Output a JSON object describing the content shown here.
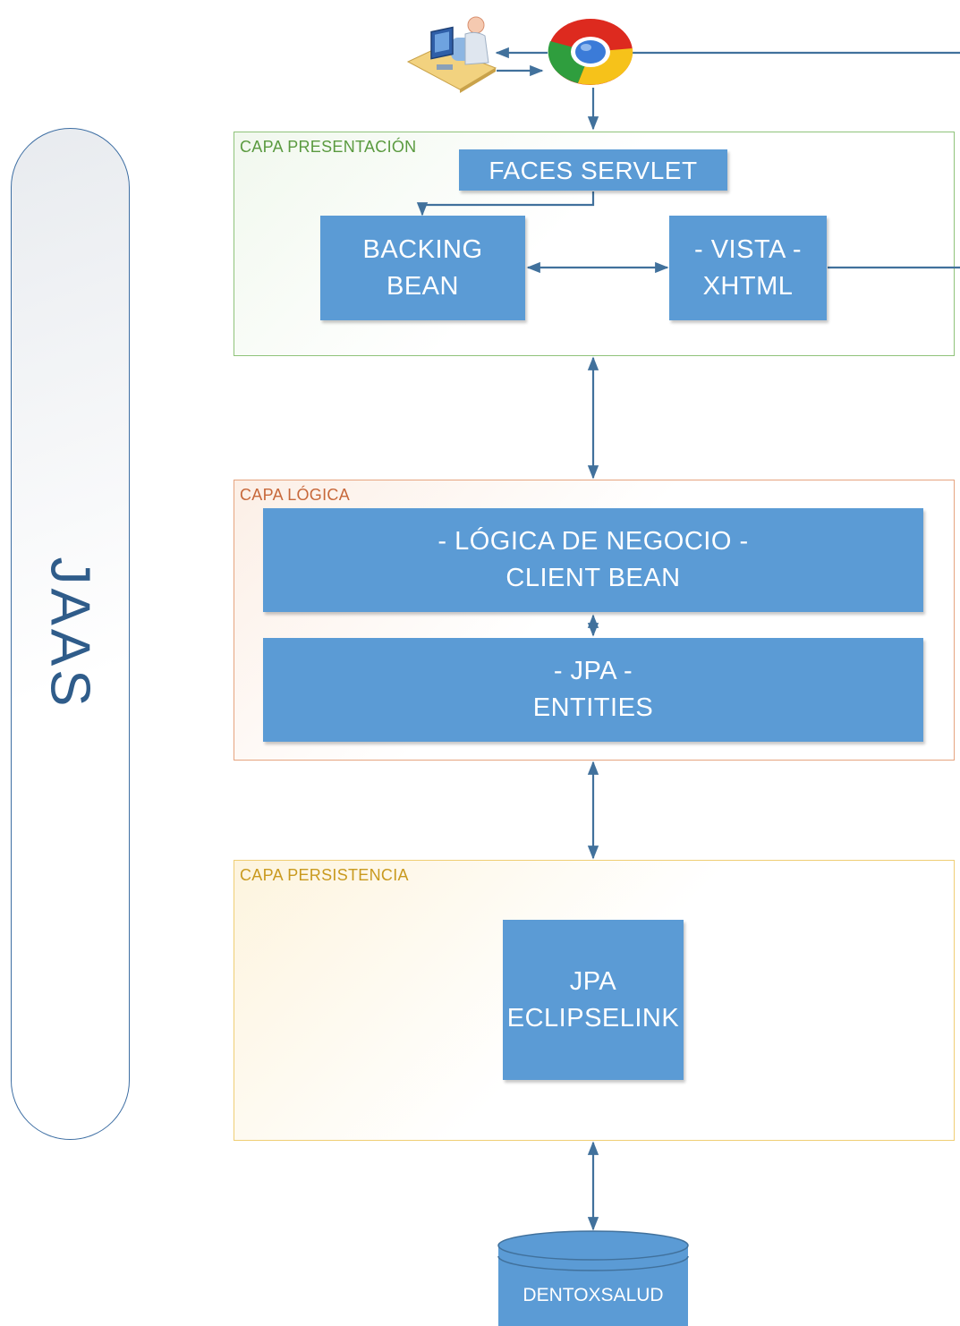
{
  "jaas": {
    "label": "JAAS"
  },
  "icons": {
    "user": "user-at-computer-icon",
    "browser": "chrome-browser-icon",
    "database": "database-cylinder-icon"
  },
  "layers": {
    "presentation": {
      "label": "CAPA PRESENTACIÓN",
      "faces_servlet": "FACES SERVLET",
      "backing_bean": {
        "line1": "BACKING",
        "line2": "BEAN"
      },
      "vista": {
        "line1": "- VISTA -",
        "line2": "XHTML"
      }
    },
    "logic": {
      "label": "CAPA LÓGICA",
      "business": {
        "line1": "- LÓGICA DE NEGOCIO -",
        "line2": "CLIENT BEAN"
      },
      "jpa": {
        "line1": "- JPA -",
        "line2": "ENTITIES"
      }
    },
    "persistence": {
      "label": "CAPA PERSISTENCIA",
      "eclipselink": {
        "line1": "JPA",
        "line2": "ECLIPSELINK"
      }
    }
  },
  "database": {
    "label": "DENTOXSALUD"
  },
  "colors": {
    "block": "#5b9bd5",
    "connector": "#41719c",
    "presentation_border": "#8fc37a",
    "logic_border": "#e6a47f",
    "persistence_border": "#efce74",
    "jaas_text": "#2f5c8a"
  }
}
